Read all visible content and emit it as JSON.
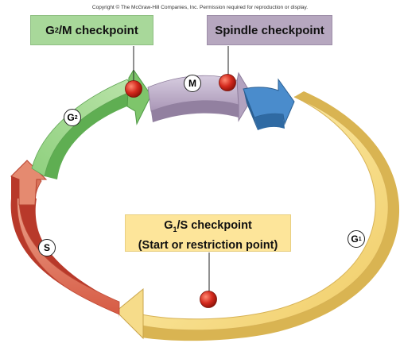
{
  "copyright": "Copyright © The McGraw-Hill Companies, Inc. Permission required for reproduction or display.",
  "checkpoints": {
    "g2m": {
      "letter": "G",
      "sub": "2",
      "rest": "/M checkpoint"
    },
    "spindle": {
      "text": "Spindle checkpoint"
    },
    "g1s": {
      "letter": "G",
      "sub": "1",
      "rest": "/S checkpoint",
      "line2": "(Start or restriction point)"
    }
  },
  "phases": {
    "m": {
      "letter": "M"
    },
    "g2": {
      "letter": "G",
      "sub": "2"
    },
    "s": {
      "letter": "S"
    },
    "g1": {
      "letter": "G",
      "sub": "1"
    }
  },
  "colors": {
    "m_phase": "#b6a7bf",
    "g2_phase": "#7cc36a",
    "s_phase": "#d9624a",
    "g1_phase": "#f5d67a",
    "arrow_blue": "#3b78b8",
    "checkpoint_dot": "#d42a1e"
  }
}
